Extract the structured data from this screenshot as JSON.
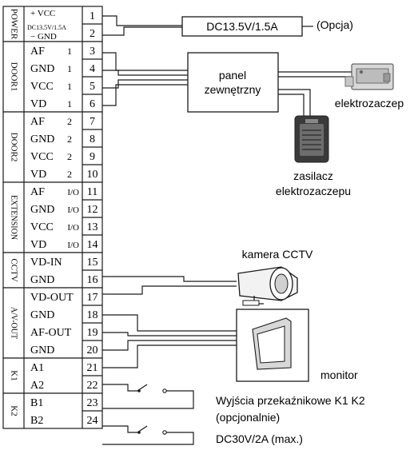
{
  "terminal_groups": [
    {
      "label": "POWER",
      "rows": [
        {
          "label": "+ VCC",
          "num": "1"
        },
        {
          "label": "− GND",
          "num": "2",
          "note": "DC13.5V/1.5A"
        }
      ]
    },
    {
      "label": "DOOR1",
      "rows": [
        {
          "label": "AF",
          "sub": "1",
          "num": "3"
        },
        {
          "label": "GND",
          "sub": "1",
          "num": "4"
        },
        {
          "label": "VCC",
          "sub": "1",
          "num": "5"
        },
        {
          "label": "VD",
          "sub": "1",
          "num": "6"
        }
      ]
    },
    {
      "label": "DOOR2",
      "rows": [
        {
          "label": "AF",
          "sub": "2",
          "num": "7"
        },
        {
          "label": "GND",
          "sub": "2",
          "num": "8"
        },
        {
          "label": "VCC",
          "sub": "2",
          "num": "9"
        },
        {
          "label": "VD",
          "sub": "2",
          "num": "10"
        }
      ]
    },
    {
      "label": "EXTENSION",
      "rows": [
        {
          "label": "AF",
          "sub": "I/O",
          "num": "11"
        },
        {
          "label": "GND",
          "sub": "I/O",
          "num": "12"
        },
        {
          "label": "VCC",
          "sub": "I/O",
          "num": "13"
        },
        {
          "label": "VD",
          "sub": "I/O",
          "num": "14"
        }
      ]
    },
    {
      "label": "CCTV",
      "rows": [
        {
          "label": "VD-IN",
          "num": "15"
        },
        {
          "label": "GND",
          "num": "16"
        }
      ]
    },
    {
      "label": "A/V-OUT",
      "rows": [
        {
          "label": "VD-OUT",
          "num": "17"
        },
        {
          "label": "GND",
          "num": "18"
        },
        {
          "label": "AF-OUT",
          "num": "19"
        },
        {
          "label": "GND",
          "num": "20"
        }
      ]
    },
    {
      "label": "K1",
      "rows": [
        {
          "label": "A1",
          "num": "21"
        },
        {
          "label": "A2",
          "num": "22"
        }
      ]
    },
    {
      "label": "K2",
      "rows": [
        {
          "label": "B1",
          "num": "23"
        },
        {
          "label": "B2",
          "num": "24"
        }
      ]
    }
  ],
  "power_supply": {
    "label": "DC13.5V/1.5A",
    "option": "(Opcja)"
  },
  "panel": {
    "line1": "panel",
    "line2": "zewnętrzny"
  },
  "lock": {
    "label": "elektrozaczep",
    "icon": "door-strike-icon"
  },
  "lock_psu": {
    "line1": "zasilacz",
    "line2": "elektrozaczepu",
    "icon": "power-adapter-icon"
  },
  "camera": {
    "label": "kamera CCTV",
    "icon": "cctv-camera-icon"
  },
  "monitor": {
    "label": "monitor",
    "icon": "monitor-icon"
  },
  "relays": {
    "line1": "Wyjścia przekaźnikowe K1 K2",
    "line2": "(opcjonalnie)",
    "line3": "DC30V/2A (max.)"
  }
}
